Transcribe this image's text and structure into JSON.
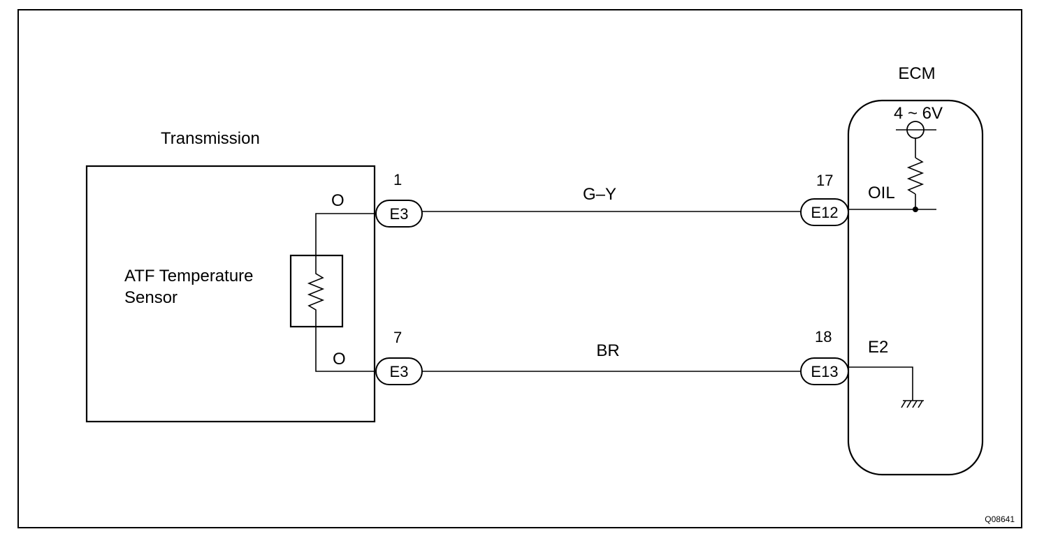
{
  "transmission": {
    "label": "Transmission"
  },
  "sensor": {
    "label_line1": "ATF Temperature",
    "label_line2": "Sensor"
  },
  "sensor_terminals": {
    "top": "O",
    "bottom": "O"
  },
  "left_connectors": {
    "top": {
      "name": "E3",
      "pin": "1"
    },
    "bottom": {
      "name": "E3",
      "pin": "7"
    }
  },
  "wires": {
    "top_color": "G–Y",
    "bottom_color": "BR"
  },
  "ecm": {
    "label": "ECM",
    "voltage": "4 ~ 6V",
    "top_terminal": "OIL",
    "bottom_terminal": "E2"
  },
  "right_connectors": {
    "top": {
      "name": "E12",
      "pin": "17"
    },
    "bottom": {
      "name": "E13",
      "pin": "18"
    }
  },
  "figure_code": "Q08641"
}
